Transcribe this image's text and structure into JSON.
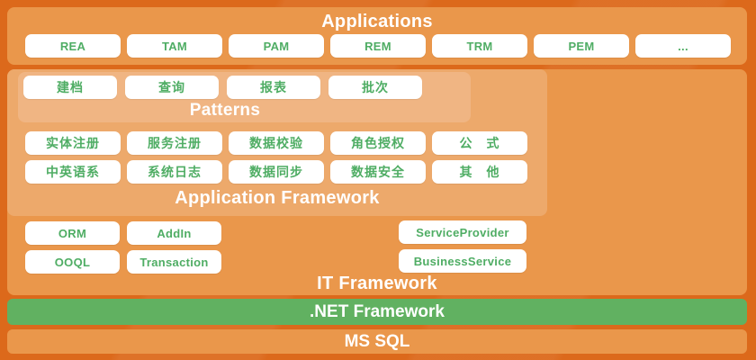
{
  "colors": {
    "background": "#DC691B",
    "panel_medium": "#EA974B",
    "panel_light": "#EDA96B",
    "panel_lighter": "#F0B583",
    "pill_background": "#FFFFFF",
    "pill_text_green": "#4FAD64",
    "title_text": "#FFFFFF",
    "dotnet_bar_green": "#61B161"
  },
  "applications": {
    "title": "Applications",
    "buttons": [
      "REA",
      "TAM",
      "PAM",
      "REM",
      "TRM",
      "PEM",
      "..."
    ]
  },
  "patterns": {
    "title": "Patterns",
    "buttons": [
      "建档",
      "查询",
      "报表",
      "批次"
    ]
  },
  "application_framework": {
    "title": "Application Framework",
    "row1": [
      "实体注册",
      "服务注册",
      "数据校验",
      "角色授权",
      "公　式"
    ],
    "row2": [
      "中英语系",
      "系统日志",
      "数据同步",
      "数据安全",
      "其　他"
    ]
  },
  "it_framework": {
    "title": "IT Framework",
    "left_row1": [
      "ORM",
      "AddIn"
    ],
    "left_row2": [
      "OOQL",
      "Transaction"
    ],
    "right_column": [
      "ServiceProvider",
      "BusinessService"
    ]
  },
  "dotnet_bar": {
    "label": ".NET Framework"
  },
  "mssql_bar": {
    "label": "MS SQL"
  }
}
